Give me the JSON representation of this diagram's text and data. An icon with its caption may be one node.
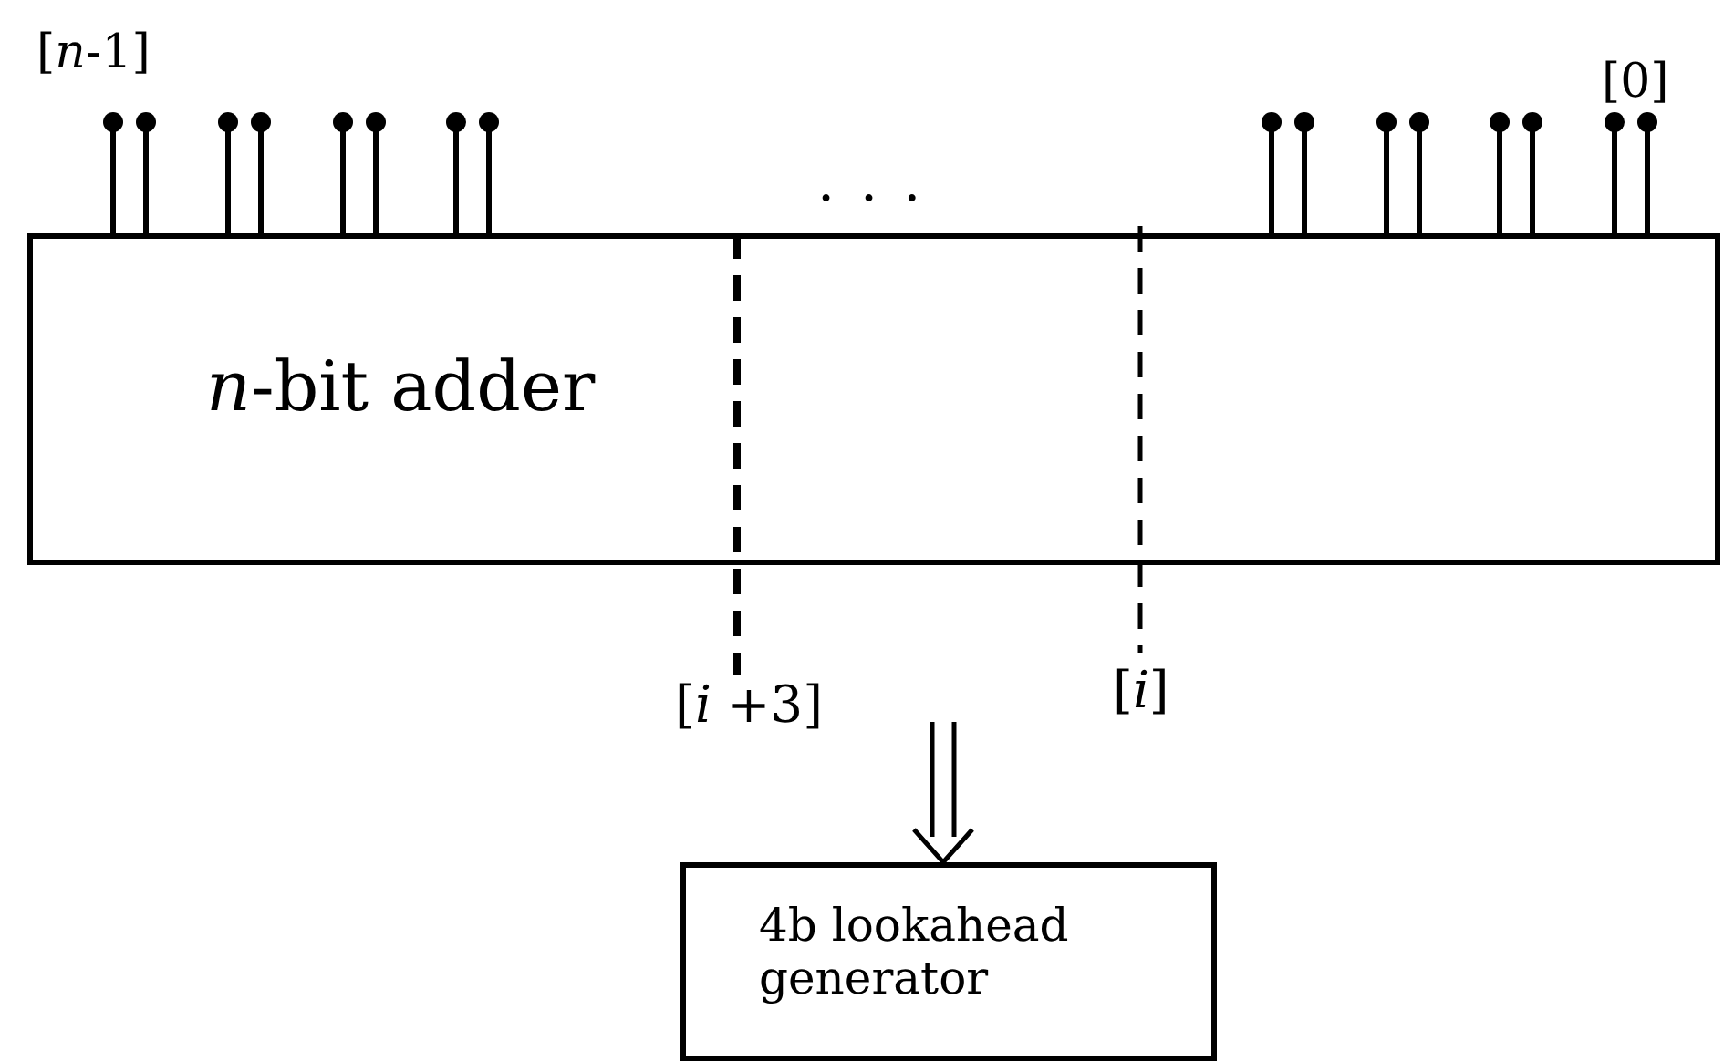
{
  "diagram": {
    "nodes": [
      {
        "text": [
          "*n*-bit adder"
        ]
      },
      {
        "text": [
          "4b lookahead generator"
        ]
      }
    ],
    "edges": [
      {
        "from": null,
        "to": 1,
        "arrow": "to"
      }
    ],
    "labels": [
      "[*n*-1]",
      "[0]",
      "...",
      "[*i* +3]",
      "[*i*]"
    ]
  }
}
